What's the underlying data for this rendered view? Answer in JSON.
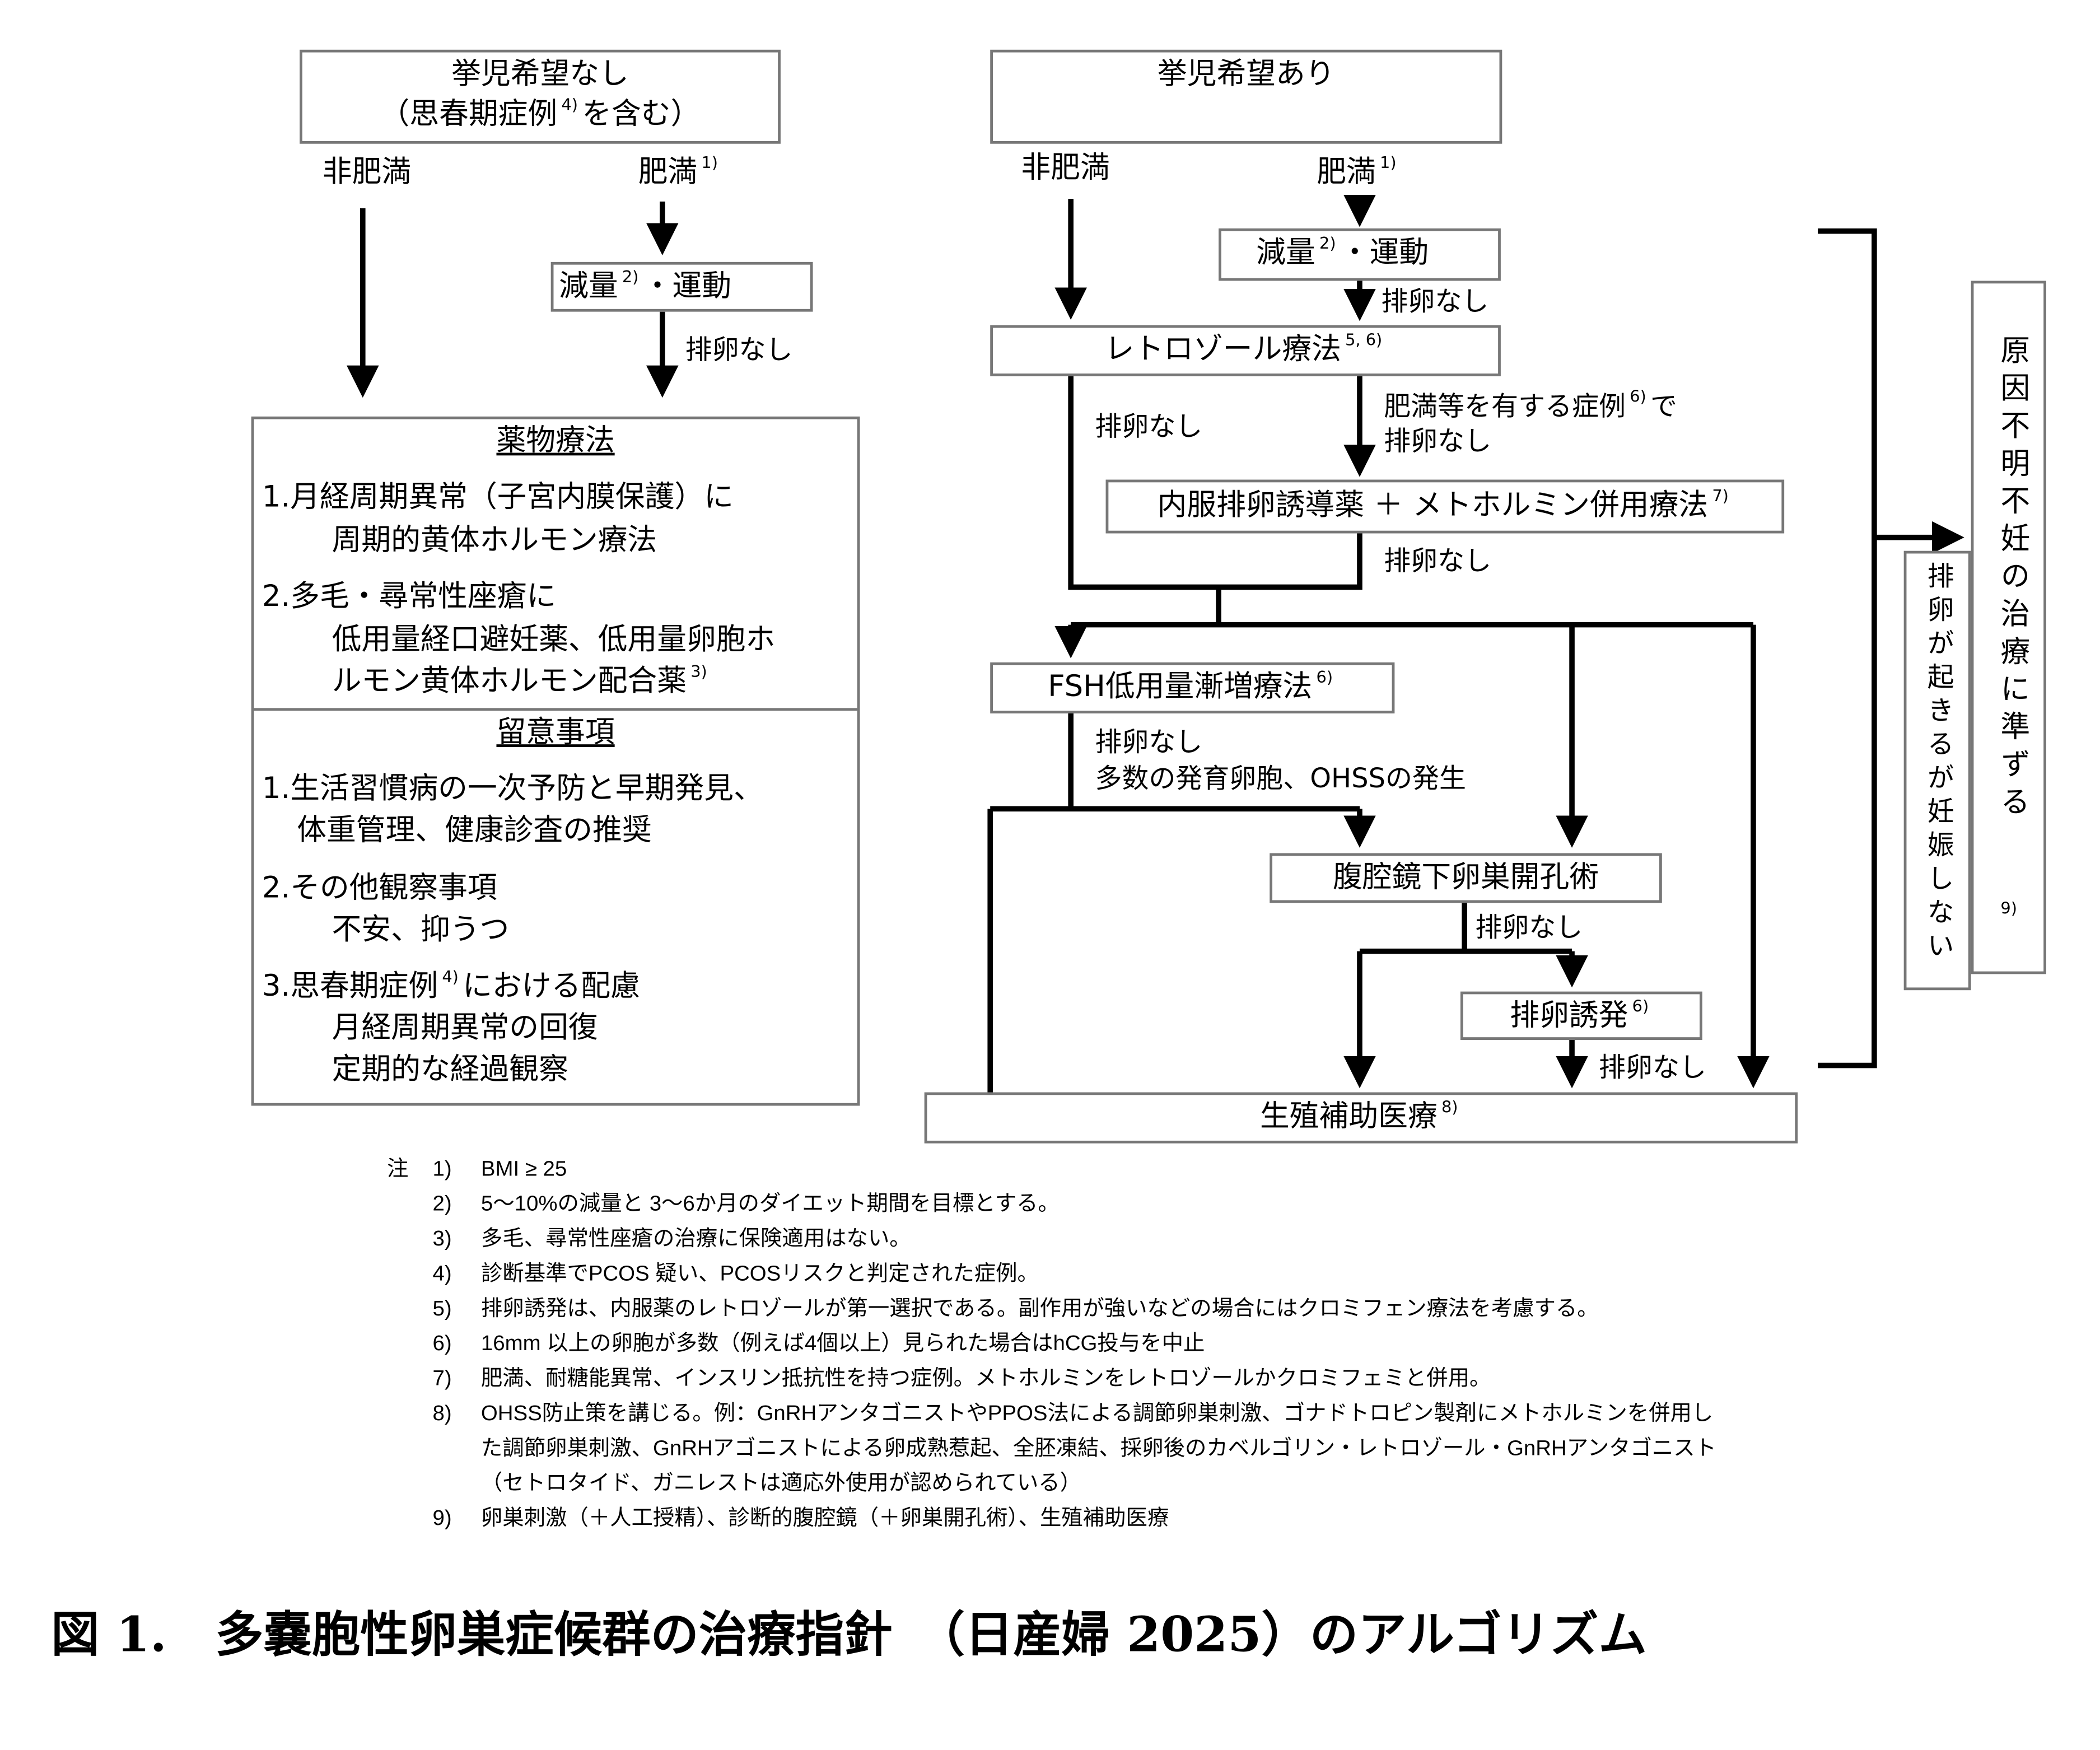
{
  "left": {
    "header": {
      "line1": "挙児希望なし",
      "line2_pre": "（思春期症例",
      "line2_sup": "4)",
      "line2_post": "を含む）"
    },
    "non_obese": "非肥満",
    "obese": "肥満",
    "obese_sup": "1)",
    "weight_loss": {
      "pre": "減量",
      "sup": "2)",
      "post": "・運動"
    },
    "no_ovulation": "排卵なし",
    "drug_therapy": {
      "title": "薬物療法",
      "item1_a": "1.月経周期異常（子宮内膜保護）に",
      "item1_b": "周期的黄体ホルモン療法",
      "item2_a": "2.多毛・尋常性座瘡に",
      "item2_b": "低用量経口避妊薬、低用量卵胞ホ",
      "item2_c": "ルモン黄体ホルモン配合薬",
      "item2_sup": "3)"
    },
    "notes_section": {
      "title": "留意事項",
      "item1_a": "1.生活習慣病の一次予防と早期発見、",
      "item1_b": "体重管理、健康診査の推奨",
      "item2_a": "2.その他観察事項",
      "item2_b": "不安、抑うつ",
      "item3_a_pre": "3.思春期症例",
      "item3_sup": "4)",
      "item3_a_post": "における配慮",
      "item3_b": "月経周期異常の回復",
      "item3_c": "定期的な経過観察"
    }
  },
  "right": {
    "header": "挙児希望あり",
    "non_obese": "非肥満",
    "obese": "肥満",
    "obese_sup": "1)",
    "weight_loss": {
      "pre": "減量",
      "sup": "2)",
      "post": "・運動"
    },
    "no_ovulation": "排卵なし",
    "letrozole": {
      "label": "レトロゾール療法",
      "sup": "5, 6)"
    },
    "obese_case_a": "肥満等を有する症例",
    "obese_case_sup": "6)",
    "obese_case_b": "で",
    "obese_case_c": "排卵なし",
    "metformin": {
      "label": "内服排卵誘導薬 ＋ メトホルミン併用療法",
      "sup": "7)"
    },
    "fsh": {
      "label": "FSH低用量漸増療法",
      "sup": "6)"
    },
    "fsh_note_a": "排卵なし",
    "fsh_note_b": "多数の発育卵胞、OHSSの発生",
    "laparoscopy": "腹腔鏡下卵巣開孔術",
    "induction": {
      "label": "排卵誘発",
      "sup": "6)"
    },
    "art": {
      "label": "生殖補助医療",
      "sup": "8)"
    },
    "unexplained": {
      "label": "原因不明不妊の治療に準ずる",
      "sup": "9)"
    },
    "no_pregnancy": "排卵が起きるが妊娠しない"
  },
  "footnotes": {
    "prefix": "注",
    "items": [
      {
        "n": "1)",
        "text": "BMI ≥ 25"
      },
      {
        "n": "2)",
        "text": "5〜10%の減量と 3〜6か月のダイエット期間を目標とする。"
      },
      {
        "n": "3)",
        "text": "多毛、尋常性座瘡の治療に保険適用はない。"
      },
      {
        "n": "4)",
        "text": "診断基準でPCOS 疑い、PCOSリスクと判定された症例。"
      },
      {
        "n": "5)",
        "text": "排卵誘発は、内服薬のレトロゾールが第一選択である。副作用が強いなどの場合にはクロミフェン療法を考慮する。"
      },
      {
        "n": "6)",
        "text": "16mm 以上の卵胞が多数（例えば4個以上）見られた場合はhCG投与を中止"
      },
      {
        "n": "7)",
        "text": "肥満、耐糖能異常、インスリン抵抗性を持つ症例。メトホルミンをレトロゾールかクロミフェミと併用。"
      },
      {
        "n": "8)",
        "text": "OHSS防止策を講じる。例：GnRHアンタゴニストやPPOS法による調節卵巣刺激、ゴナドトロピン製剤にメトホルミンを併用し"
      },
      {
        "n": "",
        "text": "た調節卵巣刺激、GnRHアゴニストによる卵成熟惹起、全胚凍結、採卵後のカベルゴリン・レトロゾール・GnRHアンタゴニスト"
      },
      {
        "n": "",
        "text": "（セトロタイド、ガニレストは適応外使用が認められている）"
      },
      {
        "n": "9)",
        "text": "卵巣刺激（＋人工授精）、診断的腹腔鏡（＋卵巣開孔術）、生殖補助医療"
      }
    ]
  },
  "caption": "図 1.　多嚢胞性卵巣症候群の治療指針　（日産婦 2025）のアルゴリズム"
}
